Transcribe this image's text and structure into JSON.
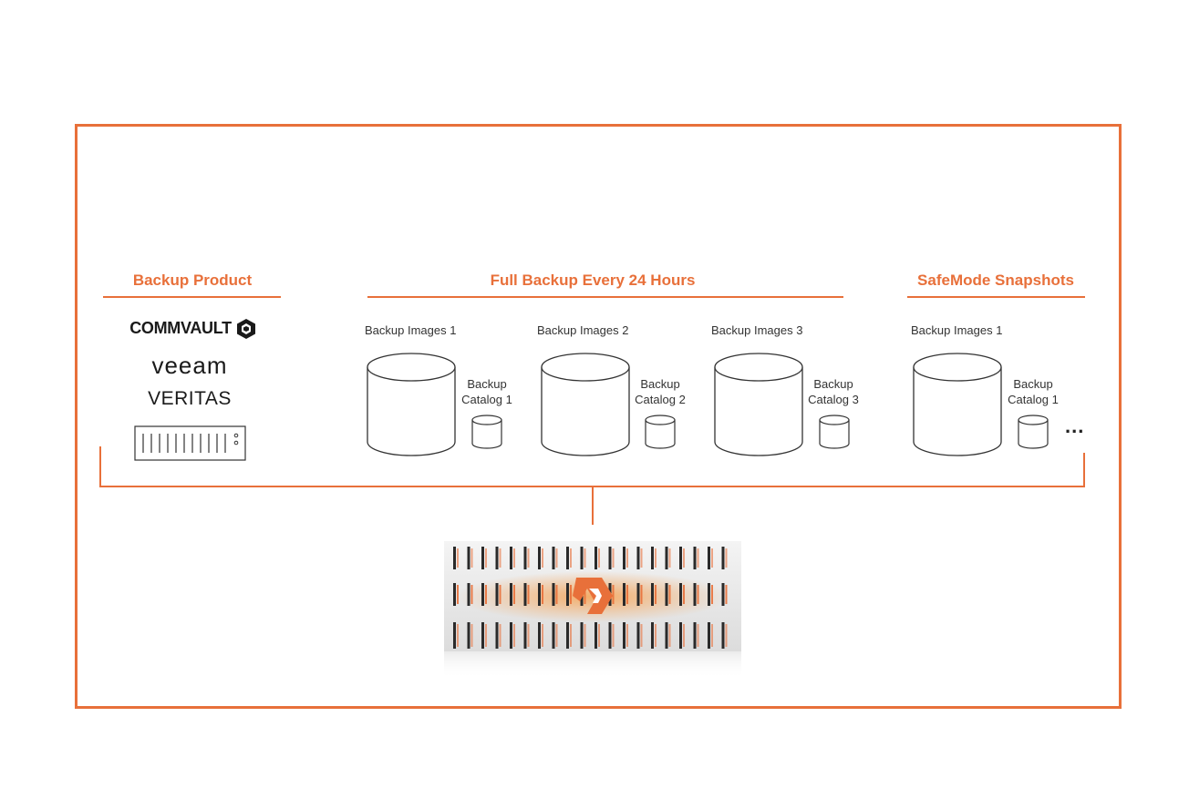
{
  "sections": {
    "backup_product": "Backup Product",
    "full_backup": "Full Backup Every 24 Hours",
    "safemode": "SafeMode Snapshots"
  },
  "logos": {
    "commvault": "COMMVAULT",
    "veeam": "veeam",
    "veritas": "VERITAS"
  },
  "groups": [
    {
      "image_label": "Backup Images 1",
      "catalog_line1": "Backup",
      "catalog_line2": "Catalog 1"
    },
    {
      "image_label": "Backup Images 2",
      "catalog_line1": "Backup",
      "catalog_line2": "Catalog 2"
    },
    {
      "image_label": "Backup Images 3",
      "catalog_line1": "Backup",
      "catalog_line2": "Catalog 3"
    },
    {
      "image_label": "Backup Images 1",
      "catalog_line1": "Backup",
      "catalog_line2": "Catalog 1"
    }
  ],
  "more": "...",
  "colors": {
    "accent": "#e8703a",
    "line": "#333333"
  },
  "icons": [
    "commvault-logo-icon",
    "backup-server-icon",
    "database-icon",
    "flasharray-icon"
  ]
}
